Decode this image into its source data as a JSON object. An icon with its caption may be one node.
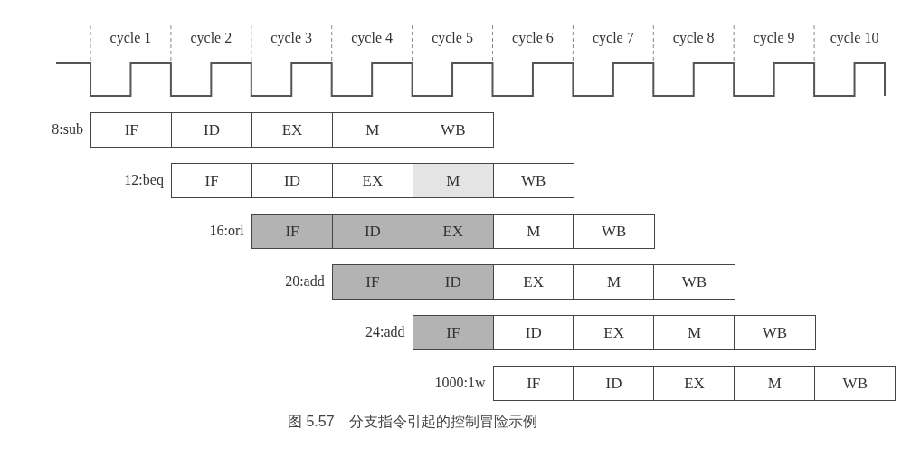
{
  "diagram": {
    "caption": "图 5.57　分支指令引起的控制冒险示例",
    "nodes": [
      {
        "text": [
          "IF"
        ]
      },
      {
        "text": [
          "ID"
        ]
      },
      {
        "text": [
          "EX"
        ]
      },
      {
        "text": [
          "M"
        ]
      },
      {
        "text": [
          "WB"
        ]
      },
      {
        "text": [
          "IF"
        ]
      },
      {
        "text": [
          "ID"
        ]
      },
      {
        "text": [
          "EX"
        ]
      },
      {
        "text": [
          "M"
        ]
      },
      {
        "text": [
          "WB"
        ]
      },
      {
        "text": [
          "IF"
        ]
      },
      {
        "text": [
          "ID"
        ]
      },
      {
        "text": [
          "EX"
        ]
      },
      {
        "text": [
          "M"
        ]
      },
      {
        "text": [
          "WB"
        ]
      },
      {
        "text": [
          "IF"
        ]
      },
      {
        "text": [
          "ID"
        ]
      },
      {
        "text": [
          "EX"
        ]
      },
      {
        "text": [
          "M"
        ]
      },
      {
        "text": [
          "WB"
        ]
      },
      {
        "text": [
          "IF"
        ]
      },
      {
        "text": [
          "ID"
        ]
      },
      {
        "text": [
          "EX"
        ]
      },
      {
        "text": [
          "M"
        ]
      },
      {
        "text": [
          "WB"
        ]
      },
      {
        "text": [
          "IF"
        ]
      },
      {
        "text": [
          "ID"
        ]
      },
      {
        "text": [
          "EX"
        ]
      },
      {
        "text": [
          "M"
        ]
      },
      {
        "text": [
          "WB"
        ]
      }
    ],
    "edges": [],
    "labels": [
      "cycle 1",
      "cycle 2",
      "cycle 3",
      "cycle 4",
      "cycle 5",
      "cycle 6",
      "cycle 7",
      "cycle 8",
      "cycle 9",
      "cycle 10",
      "8:sub",
      "12:beq",
      "16:ori",
      "20:add",
      "24:add",
      "1000:1w"
    ]
  }
}
